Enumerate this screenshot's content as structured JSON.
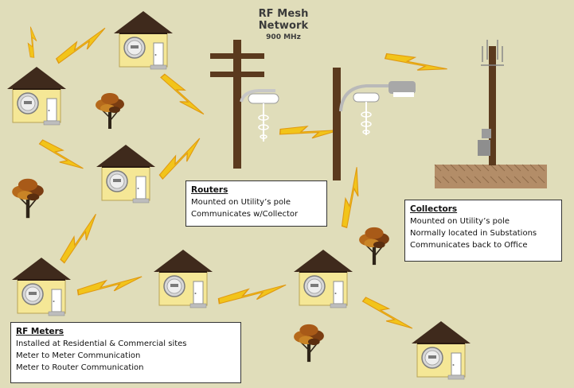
{
  "title": "RF Mesh Network",
  "subtitle": "900 MHz",
  "routers": {
    "heading": "Routers",
    "lines": [
      "Mounted on Utility’s pole",
      "Communicates w/Collector"
    ]
  },
  "collectors": {
    "heading": "Collectors",
    "lines": [
      "Mounted on Utility’s pole",
      "Normally located in Substations",
      "Communicates back to Office"
    ]
  },
  "meters": {
    "heading": "RF Meters",
    "lines": [
      "Installed at Residential & Commercial sites",
      "Meter to Meter Communication",
      "Meter to Router Communication"
    ]
  },
  "colors": {
    "background": "#e0ddba",
    "house_wall": "#f5e796",
    "roof": "#3f2a1c",
    "chimney": "#b0192a",
    "pole": "#5b3a1e",
    "lightning": "#f2c41a",
    "soil": "#b38d68"
  }
}
